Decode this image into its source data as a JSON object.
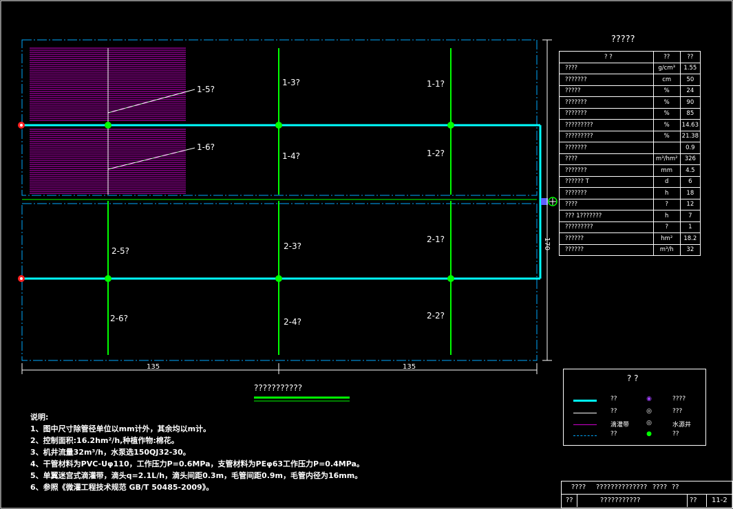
{
  "plan": {
    "title": "???????????",
    "dims": {
      "left": "135",
      "right": "135",
      "side": "170"
    },
    "zones": [
      {
        "id": "1-5",
        "label": "1-5?"
      },
      {
        "id": "1-6",
        "label": "1-6?"
      },
      {
        "id": "1-3",
        "label": "1-3?"
      },
      {
        "id": "1-4",
        "label": "1-4?"
      },
      {
        "id": "1-1",
        "label": "1-1?"
      },
      {
        "id": "1-2",
        "label": "1-2?"
      },
      {
        "id": "2-5",
        "label": "2-5?"
      },
      {
        "id": "2-6",
        "label": "2-6?"
      },
      {
        "id": "2-3",
        "label": "2-3?"
      },
      {
        "id": "2-4",
        "label": "2-4?"
      },
      {
        "id": "2-1",
        "label": "2-1?"
      },
      {
        "id": "2-2",
        "label": "2-2?"
      }
    ],
    "colors": {
      "main_pipe": "#00ffff",
      "branch_pipe": "#00ff00",
      "drip_tape": "#d000d0",
      "boundary": "#00aaff",
      "valve": "#ff2020"
    }
  },
  "params_table": {
    "title": "?????",
    "header": [
      "?      ?",
      "??",
      "??"
    ],
    "rows": [
      [
        "????",
        "g/cm³",
        "1.55"
      ],
      [
        "???????",
        "cm",
        "50"
      ],
      [
        "?????",
        "%",
        "24"
      ],
      [
        "???????",
        "%",
        "90"
      ],
      [
        "???????",
        "%",
        "85"
      ],
      [
        "?????????",
        "%",
        "14.63"
      ],
      [
        "?????????",
        "%",
        "21.38"
      ],
      [
        "???????",
        "",
        "0.9"
      ],
      [
        "????",
        "m³/hm²",
        "326"
      ],
      [
        "???????",
        "mm",
        "4.5"
      ],
      [
        "??????       T",
        "d",
        "6"
      ],
      [
        "???????",
        "h",
        "18"
      ],
      [
        "????",
        "?",
        "12"
      ],
      [
        "???      1???????",
        "h",
        "7"
      ],
      [
        "?????????",
        "?",
        "1"
      ],
      [
        "??????",
        "hm²",
        "18.2"
      ],
      [
        "??????",
        "m³/h",
        "32"
      ]
    ]
  },
  "legend": {
    "title": "? ?",
    "rows": [
      {
        "text": "??",
        "sym_name": "pump-icon",
        "text2": "????"
      },
      {
        "text": "??",
        "sym_name": "meter-icon",
        "text2": "???"
      },
      {
        "text": "滴灌带",
        "sym_name": "well-icon",
        "text2": "水源井"
      },
      {
        "text": "??",
        "sym_name": "valve-icon",
        "text2": "??"
      }
    ]
  },
  "notes": {
    "heading": "说明:",
    "items": [
      "1、图中尺寸除管径单位以mm计外，其余均以m计。",
      "2、控制面积:16.2hm²/h,种植作物:棉花。",
      "3、机井流量32m³/h，水泵选150QJ32-30。",
      "4、干管材料为PVC-Uφ110，工作压力P=0.6MPa，支管材料为PEφ63工作压力P=0.4MPa。",
      "5、单翼迷宫式滴灌带，滴头q=2.1L/h，滴头间距0.3m，毛管间距0.9m，毛管内径为16mm。",
      "6、参照《微灌工程技术规范 GB/T 50485-2009》。"
    ]
  },
  "title_block": {
    "row1": [
      "????",
      "??????????????",
      "????",
      "??"
    ],
    "row2": [
      "??",
      "???????????",
      "??",
      "11-2"
    ]
  }
}
